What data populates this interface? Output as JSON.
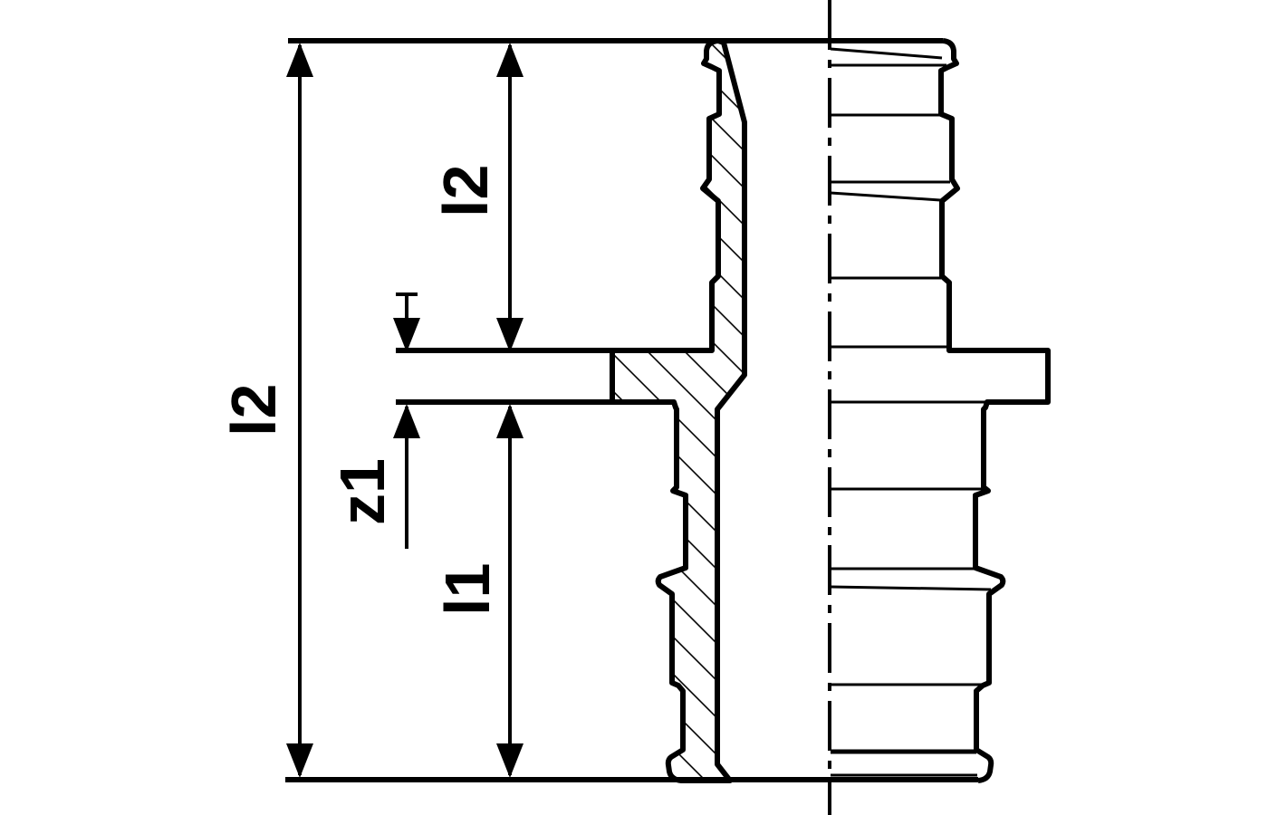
{
  "figure": {
    "kind": "technical-section-dimension-drawing",
    "background": "#ffffff",
    "line_color": "#000000"
  },
  "dimensions": {
    "overall": {
      "label": "l2"
    },
    "upper": {
      "label": "l2"
    },
    "collar": {
      "label": "z1"
    },
    "lower": {
      "label": "l1"
    }
  }
}
